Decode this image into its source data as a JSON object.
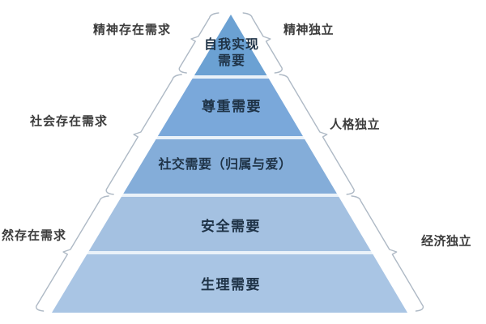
{
  "pyramid": {
    "levels": [
      {
        "label": "自我实现\n需要",
        "color": "#6BA1D3"
      },
      {
        "label": "尊重需要",
        "color": "#7AA8DA"
      },
      {
        "label": "社交需要（归属与爱）",
        "color": "#84ADD9"
      },
      {
        "label": "安全需要",
        "color": "#A4C1E1"
      },
      {
        "label": "生理需要",
        "color": "#A9C5E4"
      }
    ],
    "divider_color": "#EAF2F9",
    "label_color": "#1F3347"
  },
  "annotations": {
    "left": [
      {
        "label": "精神存在需求"
      },
      {
        "label": "社会存在需求"
      },
      {
        "label": "然存在需求"
      }
    ],
    "right": [
      {
        "label": "精神独立"
      },
      {
        "label": "人格独立"
      },
      {
        "label": "经济独立"
      }
    ],
    "text_color": "#3C3C3C",
    "brace_color": "#AEB9C5"
  }
}
